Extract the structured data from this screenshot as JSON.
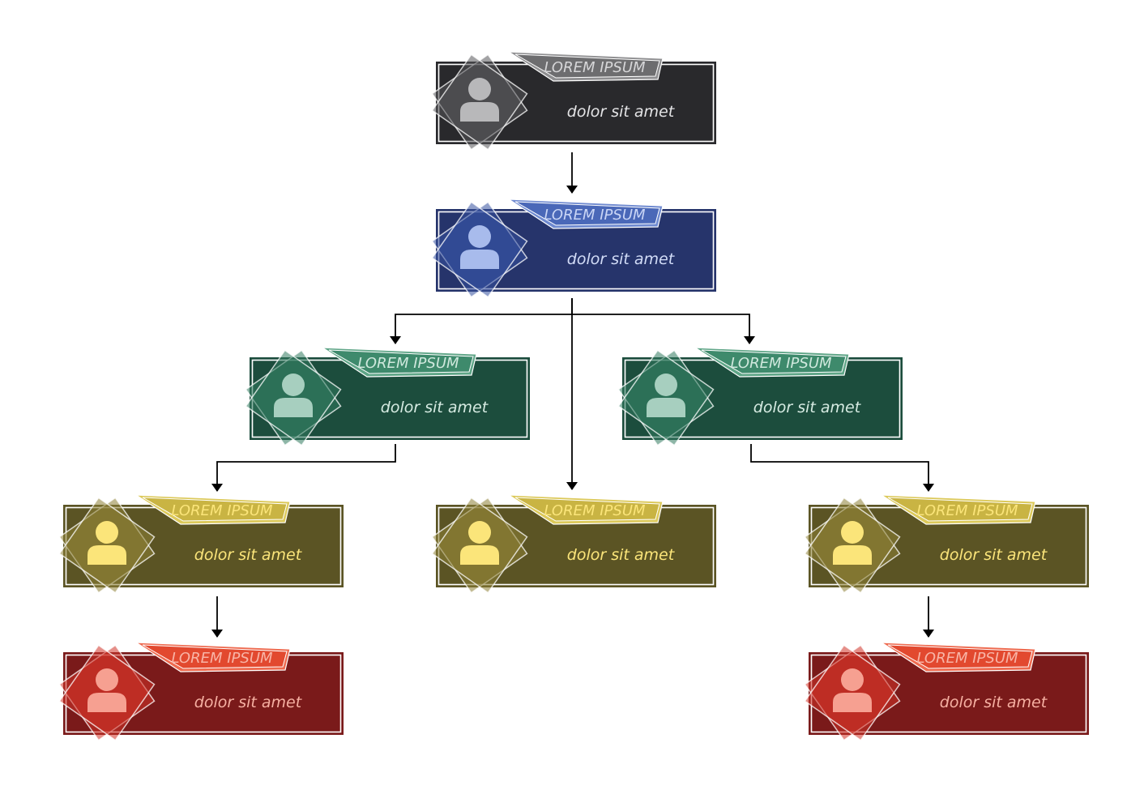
{
  "nodes": [
    {
      "id": "root",
      "title": "LOREM IPSUM",
      "subtitle": "dolor sit amet",
      "palette": "gray",
      "icon": "person-icon"
    },
    {
      "id": "manager",
      "title": "LOREM IPSUM",
      "subtitle": "dolor sit amet",
      "palette": "blue",
      "icon": "person-icon"
    },
    {
      "id": "lead-left",
      "title": "LOREM IPSUM",
      "subtitle": "dolor sit amet",
      "palette": "green",
      "icon": "person-icon"
    },
    {
      "id": "lead-right",
      "title": "LOREM IPSUM",
      "subtitle": "dolor sit amet",
      "palette": "green",
      "icon": "person-icon"
    },
    {
      "id": "staff-left",
      "title": "LOREM IPSUM",
      "subtitle": "dolor sit amet",
      "palette": "yellow",
      "icon": "person-icon"
    },
    {
      "id": "staff-center",
      "title": "LOREM IPSUM",
      "subtitle": "dolor sit amet",
      "palette": "yellow",
      "icon": "person-icon"
    },
    {
      "id": "staff-right",
      "title": "LOREM IPSUM",
      "subtitle": "dolor sit amet",
      "palette": "yellow",
      "icon": "person-icon"
    },
    {
      "id": "junior-left",
      "title": "LOREM IPSUM",
      "subtitle": "dolor sit amet",
      "palette": "red",
      "icon": "person-icon"
    },
    {
      "id": "junior-right",
      "title": "LOREM IPSUM",
      "subtitle": "dolor sit amet",
      "palette": "red",
      "icon": "person-icon"
    }
  ],
  "edges": [
    {
      "from": "root",
      "to": "manager"
    },
    {
      "from": "manager",
      "to": "lead-left"
    },
    {
      "from": "manager",
      "to": "staff-center"
    },
    {
      "from": "manager",
      "to": "lead-right"
    },
    {
      "from": "lead-left",
      "to": "staff-left"
    },
    {
      "from": "lead-right",
      "to": "staff-right"
    },
    {
      "from": "staff-left",
      "to": "junior-left"
    },
    {
      "from": "staff-right",
      "to": "junior-right"
    }
  ],
  "palettes": {
    "gray": {
      "box": "#29292c",
      "badge": "#6d6d6f",
      "badgeLight": "#8f8f91",
      "diamond": "#55555a",
      "person": "#b8b8ba",
      "title": "#d6d6d8",
      "subtitle": "#e4e4e6"
    },
    "blue": {
      "box": "#26346b",
      "badge": "#4a68b8",
      "badgeLight": "#6f8ad0",
      "diamond": "#35509f",
      "person": "#a8bbec",
      "title": "#c9d5f5",
      "subtitle": "#d2dcf7"
    },
    "green": {
      "box": "#1c4d3d",
      "badge": "#3e8a6c",
      "badgeLight": "#5fa587",
      "diamond": "#317a5f",
      "person": "#a7cfbf",
      "title": "#cfe8dd",
      "subtitle": "#d6ebe2"
    },
    "yellow": {
      "box": "#5b5424",
      "badge": "#c9b443",
      "badgeLight": "#dcc95a",
      "diamond": "#8c7f34",
      "person": "#fbe57a",
      "title": "#fbe57a",
      "subtitle": "#fbe57a"
    },
    "red": {
      "box": "#7a1a1a",
      "badge": "#e2492f",
      "badgeLight": "#ee6a4f",
      "diamond": "#d03328",
      "person": "#f6a091",
      "title": "#f8b4a6",
      "subtitle": "#f6b0a2"
    }
  },
  "connector_color": "#000000"
}
